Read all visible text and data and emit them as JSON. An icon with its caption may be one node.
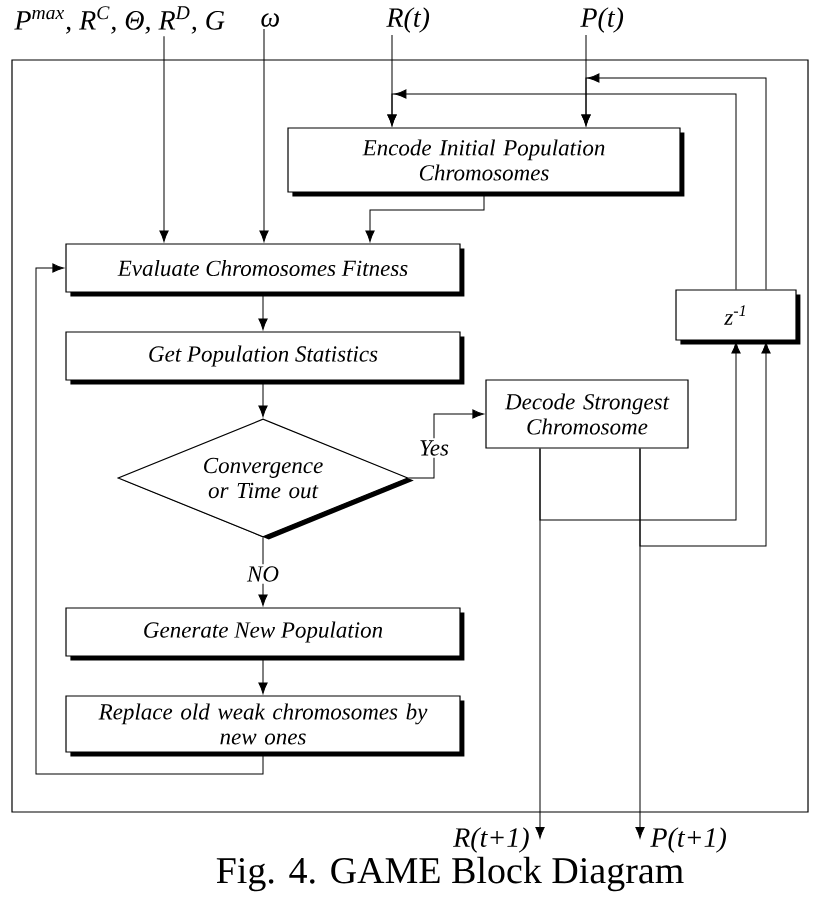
{
  "diagram": {
    "caption": "Fig. 4. GAME Block Diagram",
    "nodes": [
      {
        "text": [
          "P$^{max}$, R$^{C}$, Θ, R$^{D}$, G"
        ]
      },
      {
        "text": [
          "ω"
        ]
      },
      {
        "text": [
          "R(t)"
        ]
      },
      {
        "text": [
          "P(t)"
        ]
      },
      {
        "text": [],
        "shape": "box"
      },
      {
        "text": [
          "Encode Initial Population Chromosomes"
        ],
        "in": 4
      },
      {
        "text": [
          "Evaluate Chromosomes Fitness"
        ],
        "in": 4
      },
      {
        "text": [
          "Get Population Statistics"
        ],
        "in": 4
      },
      {
        "text": [
          "Convergence or Time out"
        ],
        "in": 4
      },
      {
        "text": [
          "Decode Strongest Chromosome"
        ],
        "in": 4
      },
      {
        "text": [
          "z$^{-1}$"
        ],
        "in": 4
      },
      {
        "text": [
          "Generate New Population"
        ],
        "in": 4
      },
      {
        "text": [
          "Replace old weak chromosomes by new ones"
        ],
        "in": 4
      },
      {
        "text": [
          "R(t+1)"
        ]
      },
      {
        "text": [
          "P(t+1)"
        ]
      }
    ],
    "edges": [
      {
        "from": 0,
        "to": 6,
        "arrow": "to"
      },
      {
        "from": 1,
        "to": 6,
        "arrow": "to"
      },
      {
        "from": 2,
        "to": 5,
        "arrow": "to"
      },
      {
        "from": 3,
        "to": 5,
        "arrow": "to"
      },
      {
        "from": 5,
        "to": 6,
        "arrow": "to"
      },
      {
        "from": 6,
        "to": 7,
        "arrow": "to"
      },
      {
        "from": 7,
        "to": 8,
        "arrow": "to"
      },
      {
        "from": 8,
        "to": 9,
        "arrow": "to",
        "label": "Yes"
      },
      {
        "from": 8,
        "to": 11,
        "arrow": "to",
        "label": "NO"
      },
      {
        "from": 11,
        "to": 12,
        "arrow": "to"
      },
      {
        "from": 12,
        "to": 6,
        "arrow": "to"
      },
      {
        "from": 9,
        "to": 10,
        "arrow": "to"
      },
      {
        "from": 9,
        "to": 13,
        "arrow": "to"
      },
      {
        "from": 9,
        "to": 10,
        "arrow": "to"
      },
      {
        "from": 9,
        "to": 14,
        "arrow": "to"
      },
      {
        "from": 10,
        "to": 5,
        "arrow": "to"
      },
      {
        "from": 10,
        "to": 5,
        "arrow": "to"
      }
    ]
  }
}
